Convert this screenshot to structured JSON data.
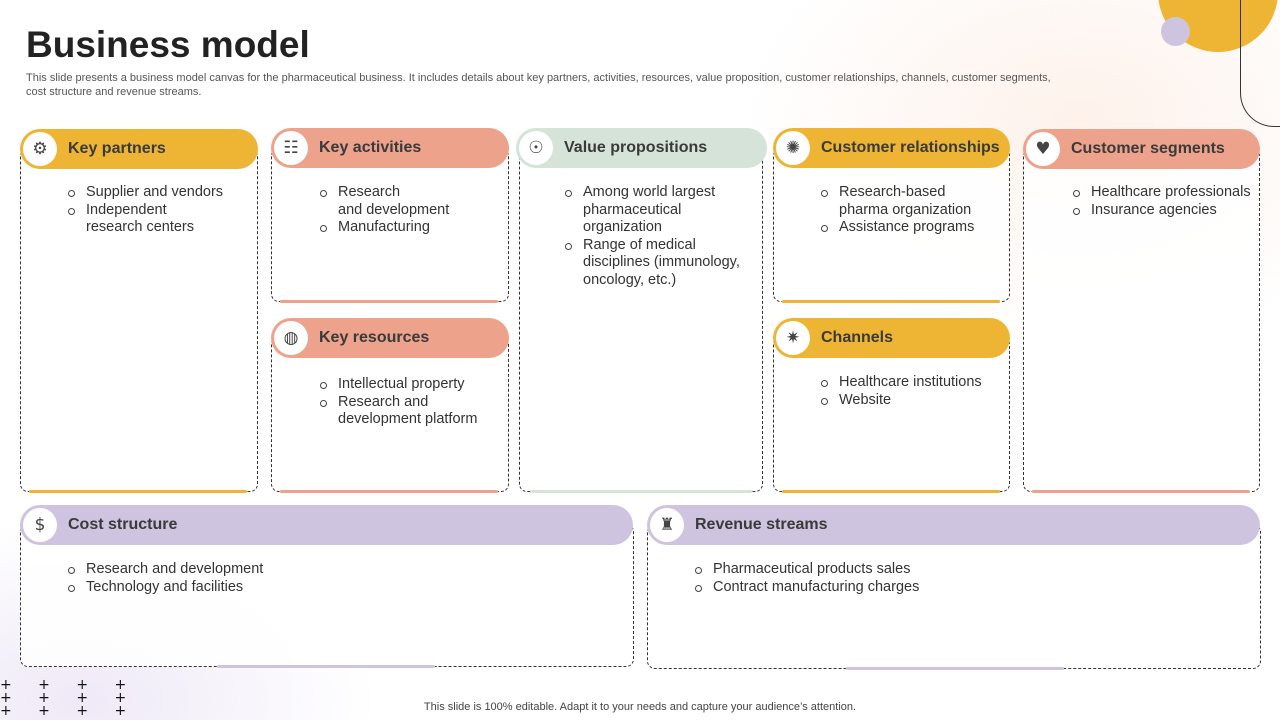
{
  "title": "Business model",
  "subtitle": "This slide presents a business model canvas for the pharmaceutical business. It includes details about key partners, activities, resources, value proposition, customer relationships, channels, customer segments, cost structure and revenue streams.",
  "footer": "This slide is 100% editable. Adapt it to your needs and capture your audience’s attention.",
  "colors": {
    "yellow": "#eeb534",
    "salmon": "#eda28c",
    "mint": "#d6e3d9",
    "lilac": "#cfc4df"
  },
  "sections": {
    "key_partners": {
      "label": "Key partners",
      "icon": "partners-icon",
      "items": [
        "Supplier and vendors",
        "Independent\nresearch centers"
      ]
    },
    "key_activities": {
      "label": "Key activities",
      "icon": "checklist-icon",
      "items": [
        "Research\nand development",
        "Manufacturing"
      ]
    },
    "key_resources": {
      "label": "Key resources",
      "icon": "team-globe-icon",
      "items": [
        "Intellectual property",
        "Research and\ndevelopment platform"
      ]
    },
    "value_propositions": {
      "label": "Value propositions",
      "icon": "hand-person-icon",
      "items": [
        "Among world largest\npharmaceutical\norganization",
        "Range of medical\ndisciplines (immunology,\noncology, etc.)"
      ]
    },
    "customer_relationships": {
      "label": "Customer relationships",
      "icon": "handshake-icon",
      "items": [
        "Research-based\npharma organization",
        "Assistance programs"
      ]
    },
    "channels": {
      "label": "Channels",
      "icon": "network-icon",
      "items": [
        "Healthcare institutions",
        "Website"
      ]
    },
    "customer_segments": {
      "label": "Customer segments",
      "icon": "hand-heart-icon",
      "items": [
        "Healthcare professionals",
        "Insurance agencies"
      ]
    },
    "cost_structure": {
      "label": "Cost structure",
      "icon": "money-bag-icon",
      "items": [
        "Research and development",
        "Technology and facilities"
      ]
    },
    "revenue_streams": {
      "label": "Revenue streams",
      "icon": "revenue-bag-icon",
      "items": [
        "Pharmaceutical products sales",
        "Contract manufacturing charges"
      ]
    }
  }
}
